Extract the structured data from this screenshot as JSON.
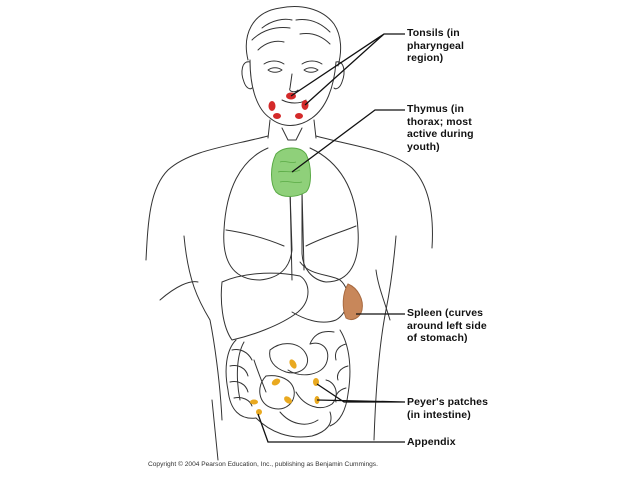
{
  "diagram": {
    "subject": "Lymphoid organs of the human body",
    "colors": {
      "tonsil": "#d42a2a",
      "thymus_fill": "#8fd07a",
      "thymus_stroke": "#5aaa45",
      "spleen_fill": "#c8875a",
      "spleen_stroke": "#a86a40",
      "peyers_patch": "#e9a920",
      "line": "#333333"
    },
    "labels": [
      {
        "id": "tonsils",
        "text": "Tonsils (in\npharyngeal\nregion)"
      },
      {
        "id": "thymus",
        "text": "Thymus (in\nthorax; most\nactive during\nyouth)"
      },
      {
        "id": "spleen",
        "text": "Spleen (curves\naround left side\nof stomach)"
      },
      {
        "id": "peyers_patches",
        "text": "Peyer's patches\n(in intestine)"
      },
      {
        "id": "appendix",
        "text": "Appendix"
      }
    ],
    "copyright": "Copyright © 2004 Pearson Education, Inc., publishing as Benjamin Cummings."
  }
}
